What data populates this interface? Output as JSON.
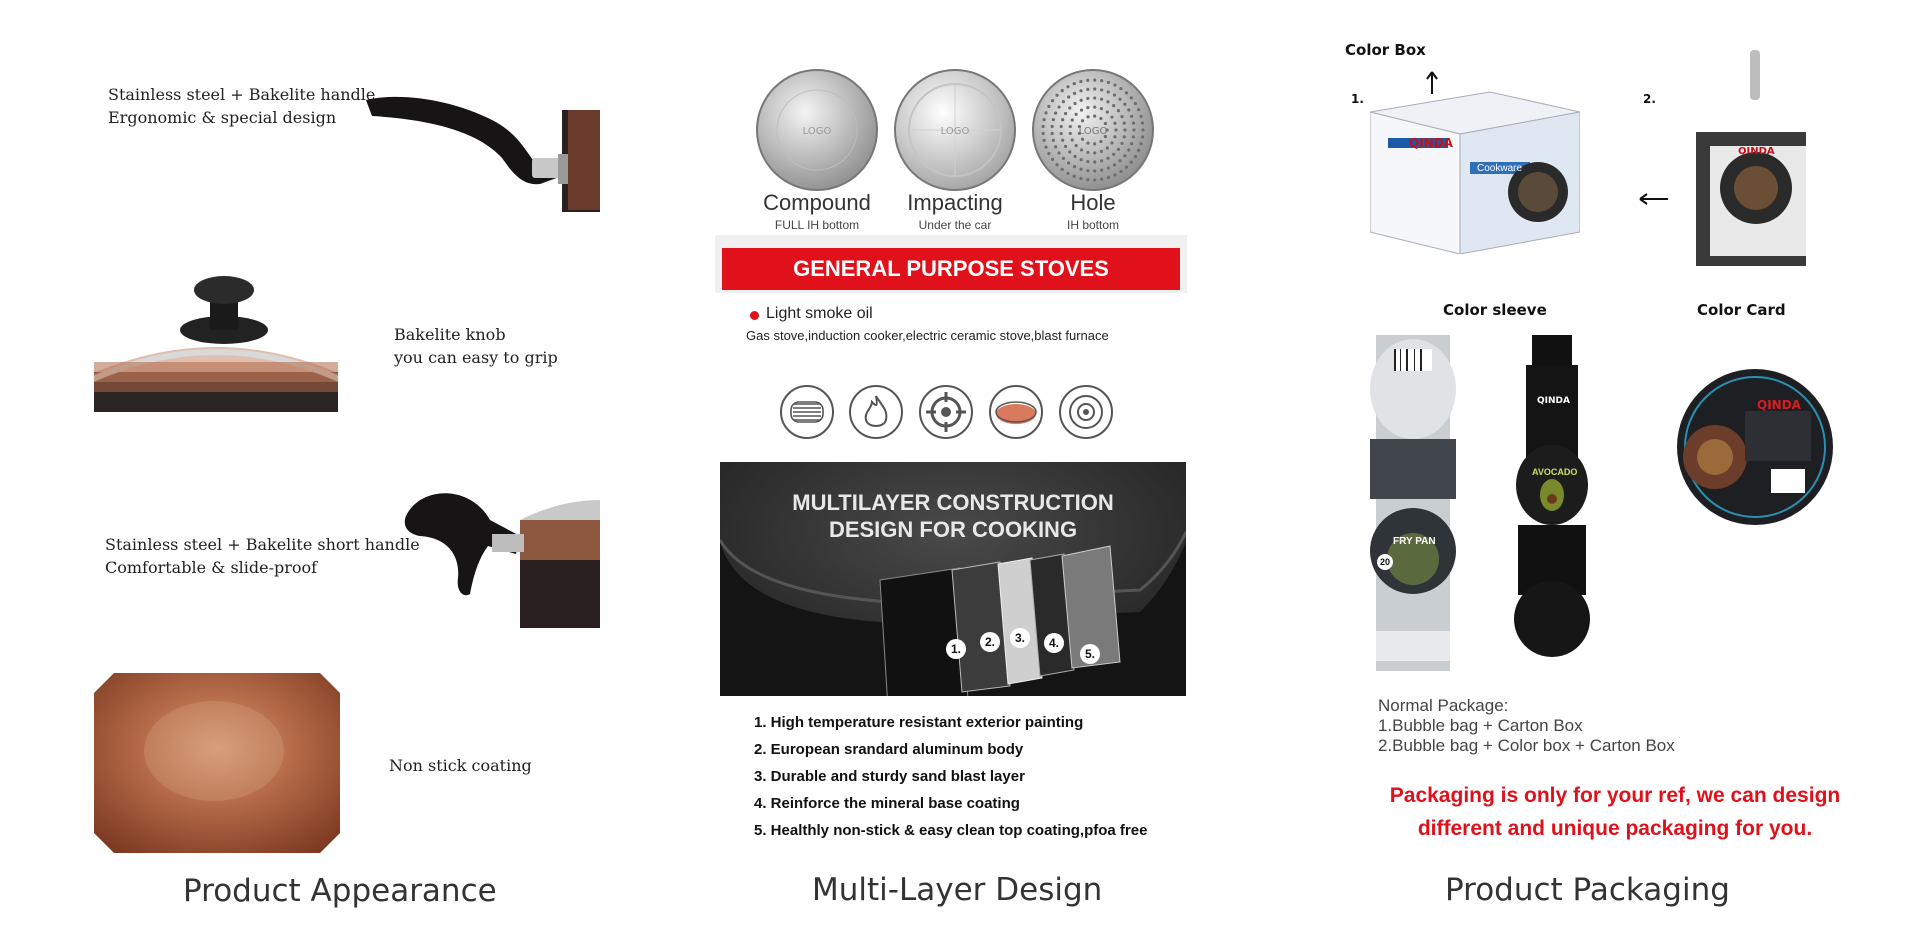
{
  "columns": {
    "appearance": {
      "title": "Product Appearance"
    },
    "multilayer": {
      "title": "Multi-Layer Design"
    },
    "packaging": {
      "title": "Product Packaging"
    }
  },
  "appearance": {
    "feature1": {
      "line1": "Stainless steel + Bakelite handle",
      "line2": "Ergonomic & special design"
    },
    "feature2": {
      "line1": "Bakelite knob",
      "line2": " you can easy to grip"
    },
    "feature3": {
      "line1": "Stainless steel + Bakelite short  handle",
      "line2": "Comfortable & slide-proof"
    },
    "feature4": {
      "line1": "Non stick coating"
    }
  },
  "bottoms": [
    {
      "label": "Compound",
      "sub": "FULL IH bottom",
      "logo": "LOGO"
    },
    {
      "label": "Impacting",
      "sub": "Under the car",
      "logo": "LOGO"
    },
    {
      "label": "Hole",
      "sub": "IH bottom",
      "logo": "LOGO"
    }
  ],
  "stoves": {
    "banner": "GENERAL PURPOSE STOVES",
    "oil": "Light smoke oil",
    "types": "Gas stove,induction cooker,electric ceramic stove,blast furnace",
    "icons": [
      "induction-coil-icon",
      "flame-icon",
      "gas-burner-icon",
      "ceramic-plate-icon",
      "hob-ring-icon"
    ]
  },
  "construction": {
    "heading_line1": "MULTILAYER CONSTRUCTION",
    "heading_line2": "DESIGN FOR COOKING",
    "layer_markers": [
      "1.",
      "2.",
      "3.",
      "4.",
      "5."
    ],
    "layers": [
      "1. High temperature resistant exterior painting",
      "2. European srandard aluminum body",
      "3. Durable and sturdy sand blast layer",
      "4. Reinforce the mineral base coating",
      "5. Healthly non-stick & easy clean top coating,pfoa free"
    ]
  },
  "packaging": {
    "color_box": "Color Box",
    "step1": "1.",
    "step2": "2.",
    "color_sleeve": "Color sleeve",
    "color_card": "Color Card",
    "brand": "QINDA",
    "box_text": "Cookware",
    "sleeve_text1": "FRY PAN",
    "sleeve_text2": "AVOCADO",
    "sleeve_size": "20",
    "normal_package_title": "Normal Package:",
    "normal_package_1": "1.Bubble bag + Carton Box",
    "normal_package_2": "2.Bubble bag + Color box + Carton Box",
    "ref_line1": "Packaging is only for your ref, we can design",
    "ref_line2": "different and unique packaging for you."
  },
  "colors": {
    "accent_red": "#e0111b",
    "copper": "#a55a3a",
    "dark": "#1f1c1c"
  }
}
